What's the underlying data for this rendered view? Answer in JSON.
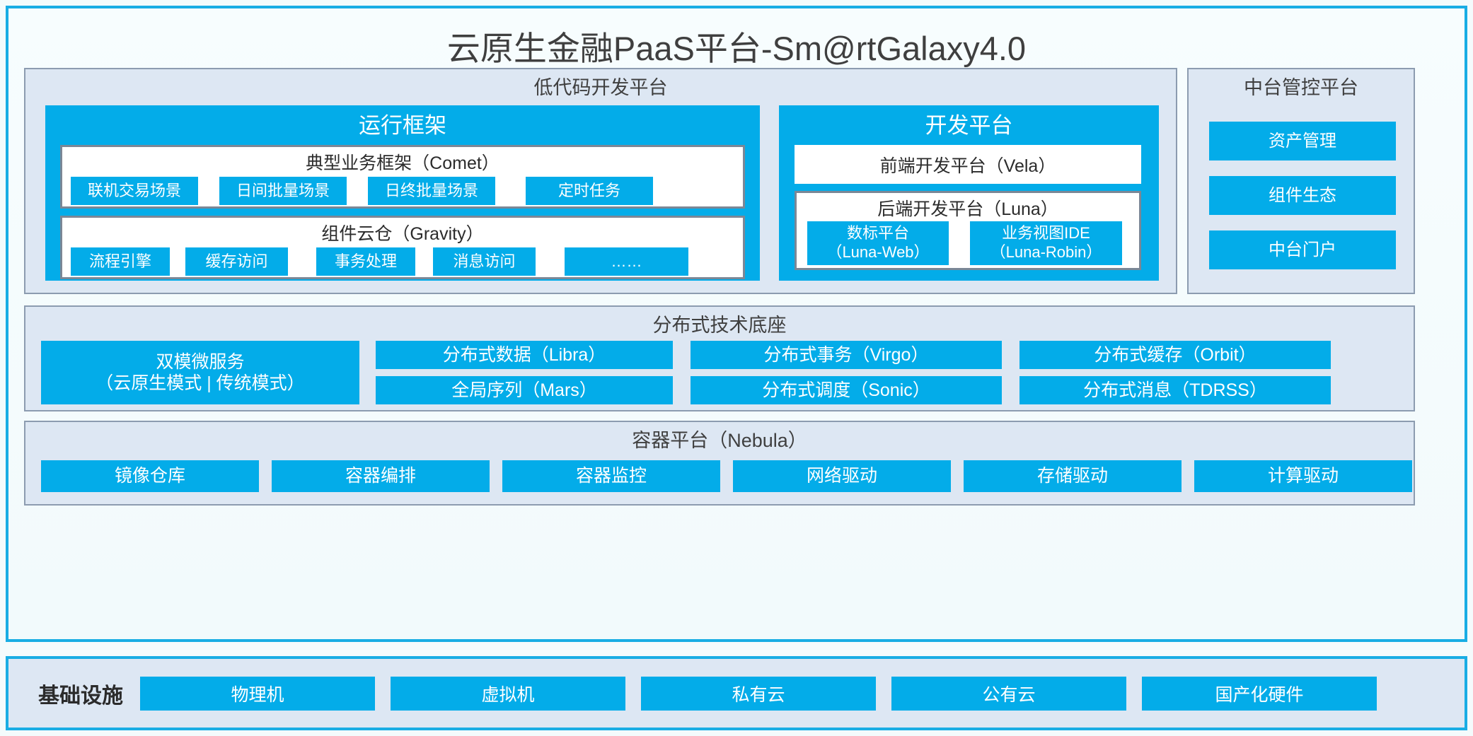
{
  "title": "云原生金融PaaS平台-Sm@rtGalaxy4.0",
  "colors": {
    "accent_blue": "#03ace9",
    "frame_blue": "#19ade4",
    "panel_bg": "#dde7f3",
    "panel_border": "#8c9cb0",
    "card_border": "#7b8796",
    "page_bg": "#f4fbfc",
    "text_dark": "#3f3f3f"
  },
  "lowcode": {
    "title": "低代码开发平台",
    "runtime": {
      "title": "运行框架",
      "comet": {
        "title": "典型业务框架（Comet）",
        "items": [
          "联机交易场景",
          "日间批量场景",
          "日终批量场景",
          "定时任务"
        ]
      },
      "gravity": {
        "title": "组件云仓（Gravity）",
        "items": [
          "流程引擎",
          "缓存访问",
          "事务处理",
          "消息访问",
          "……"
        ]
      }
    },
    "devplatform": {
      "title": "开发平台",
      "frontend": "前端开发平台（Vela）",
      "backend": {
        "title": "后端开发平台（Luna）",
        "items": [
          "数标平台\n（Luna-Web）",
          "业务视图IDE\n（Luna-Robin）"
        ]
      }
    }
  },
  "midplatform": {
    "title": "中台管控平台",
    "items": [
      "资产管理",
      "组件生态",
      "中台门户"
    ]
  },
  "techbase": {
    "title": "分布式技术底座",
    "microservice": "双模微服务\n（云原生模式 | 传统模式）",
    "grid": [
      [
        "分布式数据（Libra）",
        "分布式事务（Virgo）",
        "分布式缓存（Orbit）"
      ],
      [
        "全局序列（Mars）",
        "分布式调度（Sonic）",
        "分布式消息（TDRSS）"
      ]
    ]
  },
  "container": {
    "title": "容器平台（Nebula）",
    "items": [
      "镜像仓库",
      "容器编排",
      "容器监控",
      "网络驱动",
      "存储驱动",
      "计算驱动"
    ]
  },
  "infrastructure": {
    "label": "基础设施",
    "items": [
      "物理机",
      "虚拟机",
      "私有云",
      "公有云",
      "国产化硬件"
    ]
  }
}
